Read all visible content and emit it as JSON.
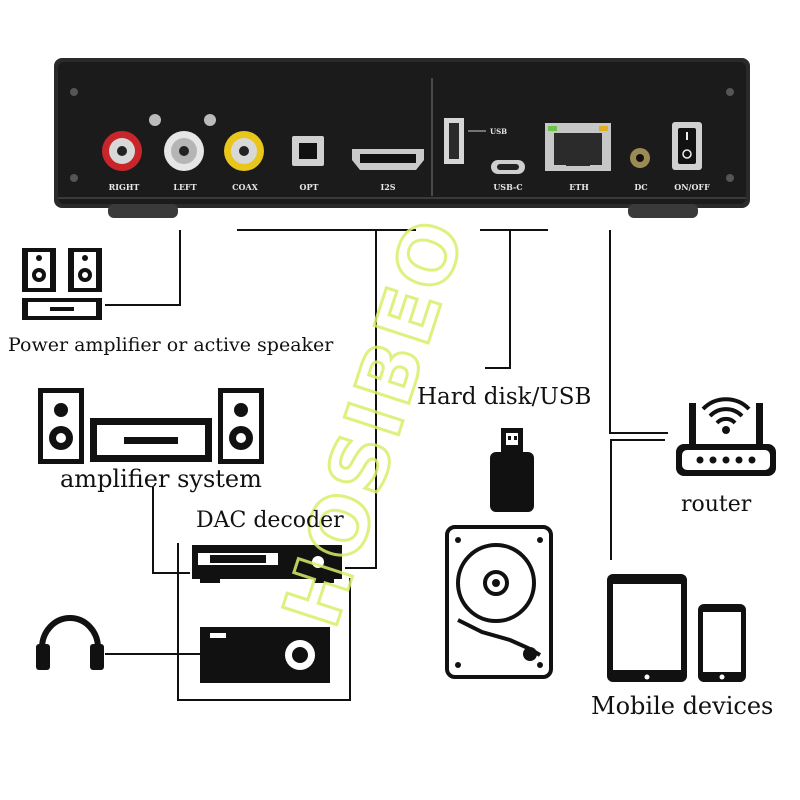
{
  "device": {
    "ports": {
      "right": "RIGHT",
      "left": "LEFT",
      "coax": "COAX",
      "opt": "OPT",
      "i2s": "I2S",
      "usb": "USB",
      "usb_c": "USB-C",
      "eth": "ETH",
      "dc": "DC",
      "power": "ON/OFF"
    }
  },
  "labels": {
    "power_amp": "Power amplifier or active speaker",
    "amp_system": "amplifier system",
    "dac": "DAC decoder",
    "hard_disk": "Hard disk/USB",
    "router": "router",
    "mobile": "Mobile devices"
  },
  "watermark": {
    "text": "HOSIBEO",
    "color": "#d9ef6a"
  },
  "colors": {
    "device_body": "#1b1b1b",
    "rca_red": "#c8262a",
    "rca_white": "#e6e6e6",
    "rca_yellow": "#e8c61c",
    "line": "#111111"
  }
}
